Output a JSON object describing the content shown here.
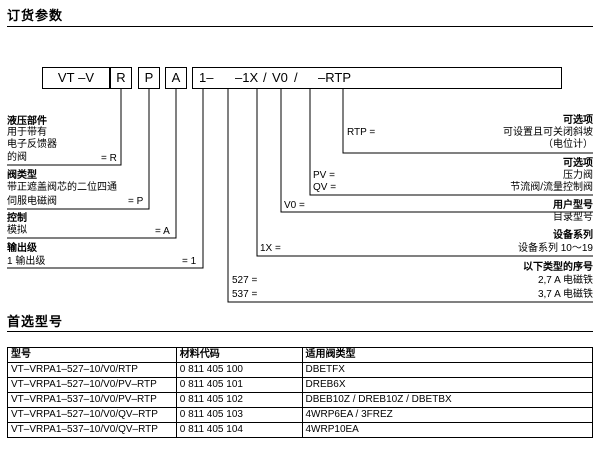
{
  "order_section": {
    "title": "订货参数"
  },
  "code_line": {
    "vt": "VT",
    "dash_v": "–V",
    "r": "R",
    "p": "P",
    "a": "A",
    "one_dash": "1–",
    "dash_1x": "–1X",
    "slash1": "/",
    "v0": "V0",
    "slash2": "/",
    "dash_rtp": "–RTP"
  },
  "left_labels": {
    "hydraulic": {
      "title": "液压部件",
      "lines": [
        "用于带有",
        "电子反馈器",
        "的阀"
      ],
      "code": "= R"
    },
    "valve_type": {
      "title": "阀类型",
      "lines": [
        "带正遮盖阀芯的二位四通",
        "伺服电磁阀"
      ],
      "code": "= P"
    },
    "control": {
      "title": "控制",
      "lines": [
        "模拟"
      ],
      "code": "= A"
    },
    "output": {
      "title": "输出级",
      "lines": [
        "1 输出级"
      ],
      "code": "= 1"
    }
  },
  "right_labels": {
    "optional1": {
      "title": "可选项",
      "code": "RTP =",
      "lines": [
        "可设置且可关闭斜坡",
        "（电位计）"
      ]
    },
    "optional2": {
      "title": "可选项",
      "pv_code": "PV =",
      "pv_text": "压力阀",
      "qv_code": "QV =",
      "qv_text": "节流阀/流量控制阀"
    },
    "user_model": {
      "code": "V0 =",
      "title": "用户型号",
      "text": "目录型号"
    },
    "series": {
      "code": "1X =",
      "title": "设备系列",
      "text": "设备系列 10～19"
    },
    "serial": {
      "title": "以下类型的序号",
      "code1": "527 =",
      "text1": "2,7 A 电磁铁",
      "code2": "537 =",
      "text2": "3,7 A 电磁铁"
    }
  },
  "preferred_section": {
    "title": "首选型号"
  },
  "preferred_table": {
    "headers": [
      "型号",
      "材料代码",
      "适用阀类型"
    ],
    "rows": [
      [
        "VT–VRPA1–527–10/V0/RTP",
        "0 811 405 100",
        "DBETFX"
      ],
      [
        "VT–VRPA1–527–10/V0/PV–RTP",
        "0 811 405 101",
        "DREB6X"
      ],
      [
        "VT–VRPA1–537–10/V0/PV–RTP",
        "0 811 405 102",
        "DBEB10Z / DREB10Z / DBETBX"
      ],
      [
        "VT–VRPA1–527–10/V0/QV–RTP",
        "0 811 405 103",
        "4WRP6EA / 3FREZ"
      ],
      [
        "VT–VRPA1–537–10/V0/QV–RTP",
        "0 811 405 104",
        "4WRP10EA"
      ]
    ]
  }
}
